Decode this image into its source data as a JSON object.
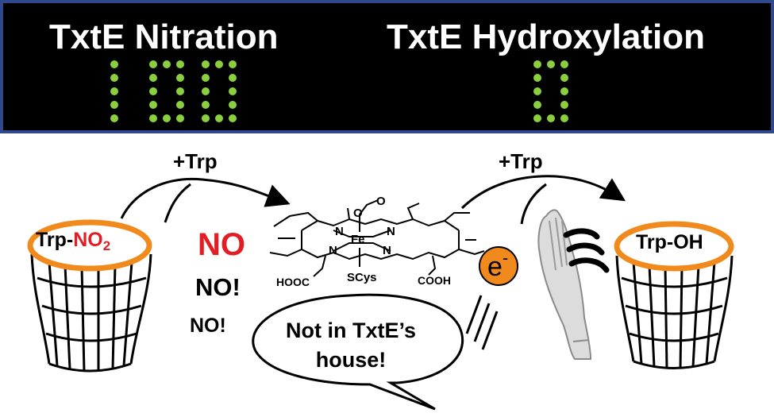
{
  "scoreboard": {
    "left_title": "TxtE Nitration",
    "right_title": "TxtE Hydroxylation",
    "left_score": "100",
    "right_score": "0",
    "digit_color": "#8ccf3e",
    "border_color": "#2e4a8c"
  },
  "left_basket": {
    "prefix": "Trp-",
    "group": "NO",
    "subscript": "2"
  },
  "right_basket": {
    "label": "Trp-OH"
  },
  "arrows": {
    "left_label": "+Trp",
    "right_label": "+Trp"
  },
  "rejections": [
    "NO",
    "NO!",
    "NO!"
  ],
  "speech_bubble": {
    "line1": "Not in TxtE’s",
    "line2": "house!"
  },
  "electron": {
    "symbol": "e",
    "charge": "-"
  },
  "heme": {
    "fe": "Fe",
    "n": [
      "N",
      "N",
      "N",
      "N"
    ],
    "o1": "O",
    "o2": "O",
    "scys": "SCys",
    "hooc": "HOOC",
    "cooh": "COOH"
  },
  "colors": {
    "basket_rim": "#f08a1c",
    "electron": "#f08a1c",
    "highlight": "#e21d24"
  }
}
